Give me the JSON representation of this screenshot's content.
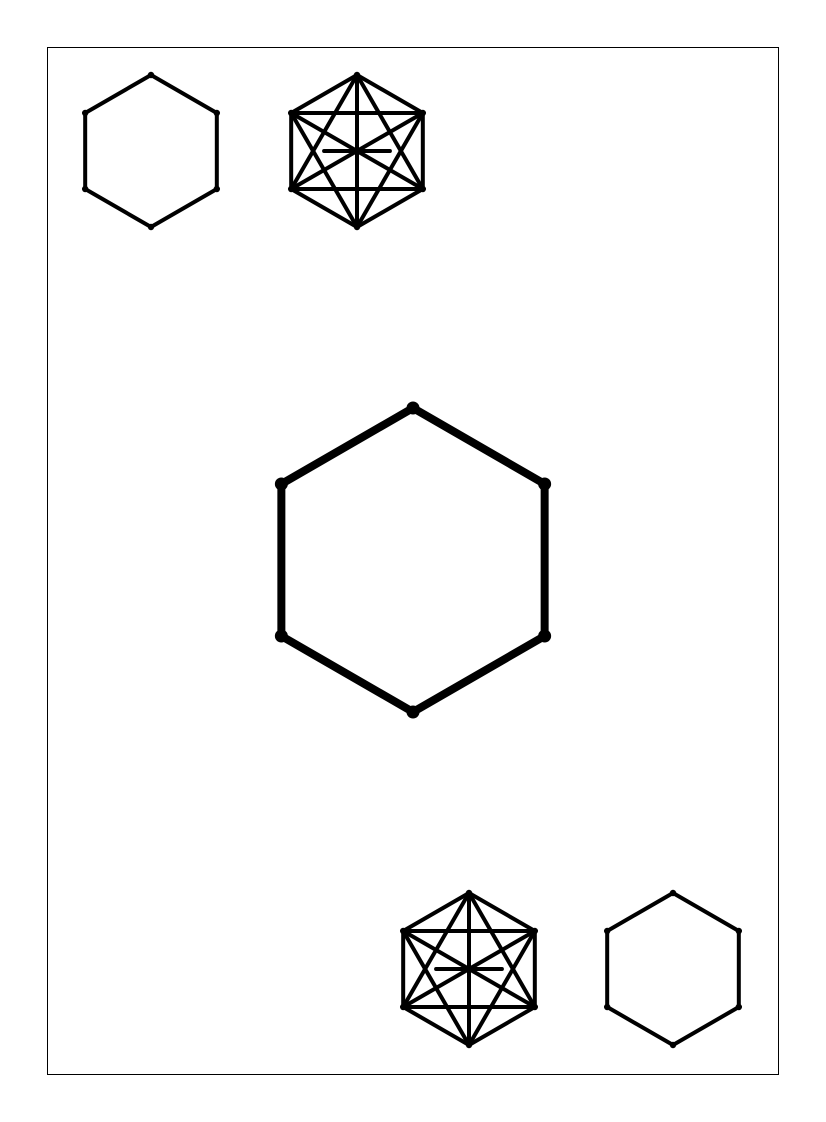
{
  "colors": {
    "background": "#ffffff",
    "frame": "#000000",
    "stroke": "#000000"
  },
  "figures": [
    {
      "name": "hexagon-outline-top-left",
      "style": "outline"
    },
    {
      "name": "hexagon-lattice-top",
      "style": "lattice"
    },
    {
      "name": "hexagon-outline-center-large",
      "style": "outline-bold"
    },
    {
      "name": "hexagon-lattice-bottom",
      "style": "lattice"
    },
    {
      "name": "hexagon-outline-bottom-right",
      "style": "outline"
    }
  ]
}
